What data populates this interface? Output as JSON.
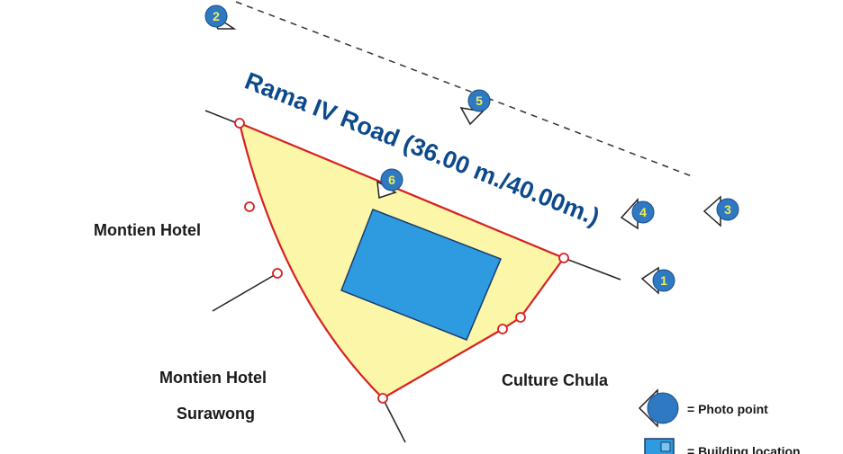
{
  "road": {
    "label": "Rama IV Road (36.00 m./40.00m.)",
    "color": "#0d4a8c"
  },
  "places": {
    "left": "Montien Hotel",
    "bottom_left_line1": "Montien Hotel",
    "bottom_left_line2": "Surawong",
    "bottom_right": "Culture Chula"
  },
  "photo_points": [
    "1",
    "2",
    "3",
    "4",
    "5",
    "6"
  ],
  "legend": {
    "photo_point": "= Photo point",
    "building_location": "= Building location"
  },
  "colors": {
    "site_fill": "#fbf6a8",
    "site_outline": "#d82020",
    "building": "#2e9be0",
    "photo_point": "#2f78c2",
    "photo_point_number": "#f2ee52"
  }
}
